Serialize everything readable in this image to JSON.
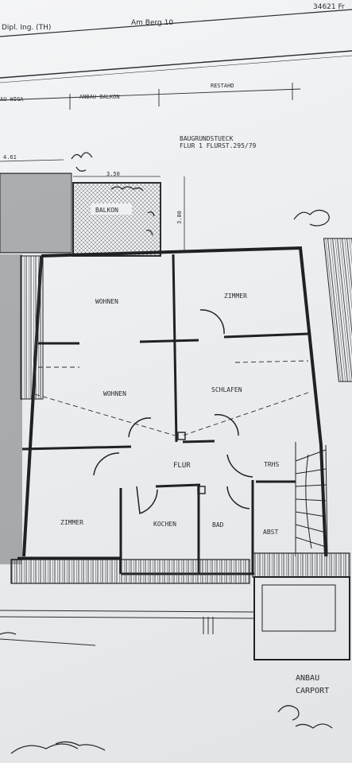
{
  "header": {
    "left_text": "Dipl. Ing. (TH)",
    "center_text": "Am Berg 10",
    "right_text": "34621 Fr"
  },
  "section_labels": {
    "left": "AU WIGA",
    "middle": "ANBAU BALKON",
    "right": "RESTAHD"
  },
  "plot": {
    "line1": "BAUGRUNDSTUECK",
    "line2": "FLUR 1 FLURST.295/79"
  },
  "dimensions": {
    "left_edge": "4.61",
    "balcony_width": "3.50",
    "balcony_depth": "3.00"
  },
  "rooms": {
    "balkon": "BALKON",
    "wohnen_top": "WOHNEN",
    "wohnen_bottom": "WOHNEN",
    "zimmer_top": "ZIMMER",
    "schlafen": "SCHLAFEN",
    "flur": "FLUR",
    "trhs": "TRHS",
    "zimmer_bottom": "ZIMMER",
    "kochen": "KOCHEN",
    "bad": "BAD",
    "abst": "ABST"
  },
  "carport": {
    "line1": "ANBAU",
    "line2": "CARPORT"
  },
  "colors": {
    "paper": "#eceef0",
    "ink": "#2a2c30"
  }
}
